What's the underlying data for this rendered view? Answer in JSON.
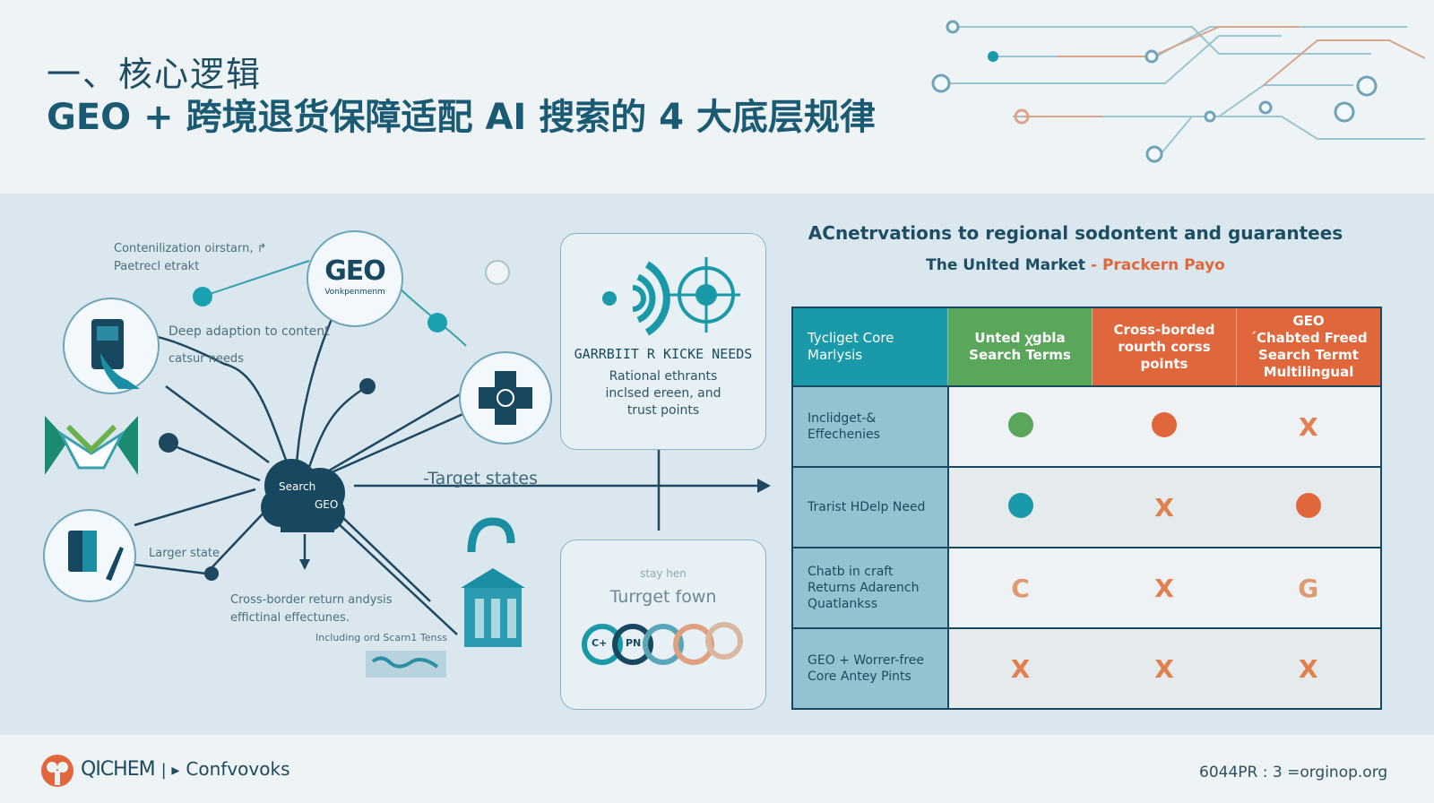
{
  "header": {
    "title_line1": "一、核心逻辑",
    "title_line2": "GEO + 跨境退货保障适配 AI 搜索的 4 大底层规律"
  },
  "diagram": {
    "note_top": [
      "Contenilization oirstarn, ↱",
      "Paetrecl etrakt"
    ],
    "geo_node": {
      "label": "GEO",
      "sub": "Vonkpenmenm"
    },
    "deep": [
      "Deep adaption to content",
      "catsur needs"
    ],
    "hub": {
      "l1": "Search",
      "l2": "GEO"
    },
    "target_states": "-Target states",
    "larger_state": "Larger state",
    "cross_border": [
      "Cross-border return andysis",
      "effictinal effectunes."
    ],
    "including": "Including ord Scarn1 Tenss",
    "needs_box": {
      "title": "GARRBIIT R KICKE NEEDS",
      "text": [
        "Rational ethrants",
        "inclsed ereen, and",
        "trust points"
      ]
    },
    "town_box": {
      "small": "stay hen",
      "title": "Turrget fown",
      "chip1": "C+",
      "chip2": "PN"
    }
  },
  "panel": {
    "title": "ACnetrvations to regional sodontent and guarantees",
    "subtitle_left": "The Unlted Market",
    "subtitle_sep": "-",
    "subtitle_right": "Prackern Payo"
  },
  "table": {
    "headers": [
      [
        "Tycliget Core",
        "Marlysis"
      ],
      [
        "Unted ꭓgbla",
        "Search Terms"
      ],
      [
        "Cross-borded",
        "rourth corss",
        "points"
      ],
      [
        "GEO",
        "´Chabted Freed",
        "Search Termt",
        "Multilingual"
      ]
    ],
    "rows": [
      {
        "label": [
          "Inclidget-&",
          "Effechenies"
        ],
        "cells": [
          "●",
          "●",
          "X"
        ]
      },
      {
        "label": [
          "Trarist HDelp Need"
        ],
        "cells": [
          "●",
          "X",
          "●"
        ]
      },
      {
        "label": [
          "Chatb in craft",
          "Returns Adarench",
          "Quatlankss"
        ],
        "cells": [
          "C",
          "X",
          "G"
        ]
      },
      {
        "label": [
          "GEO + Worrer-free",
          "Core Antey Pints"
        ],
        "cells": [
          "X",
          "X",
          "X"
        ]
      }
    ]
  },
  "footer": {
    "brand": "QICHEM",
    "brand_sep": "| ▸",
    "brand_tag": "Confvovoks",
    "right": "6044PR : 3 =orginop.org"
  },
  "colors": {
    "teal": "#1a9aa8",
    "green": "#5aa65a",
    "orange": "#e0673c",
    "navy": "#174860",
    "header_teal": "#1a9aa8"
  }
}
